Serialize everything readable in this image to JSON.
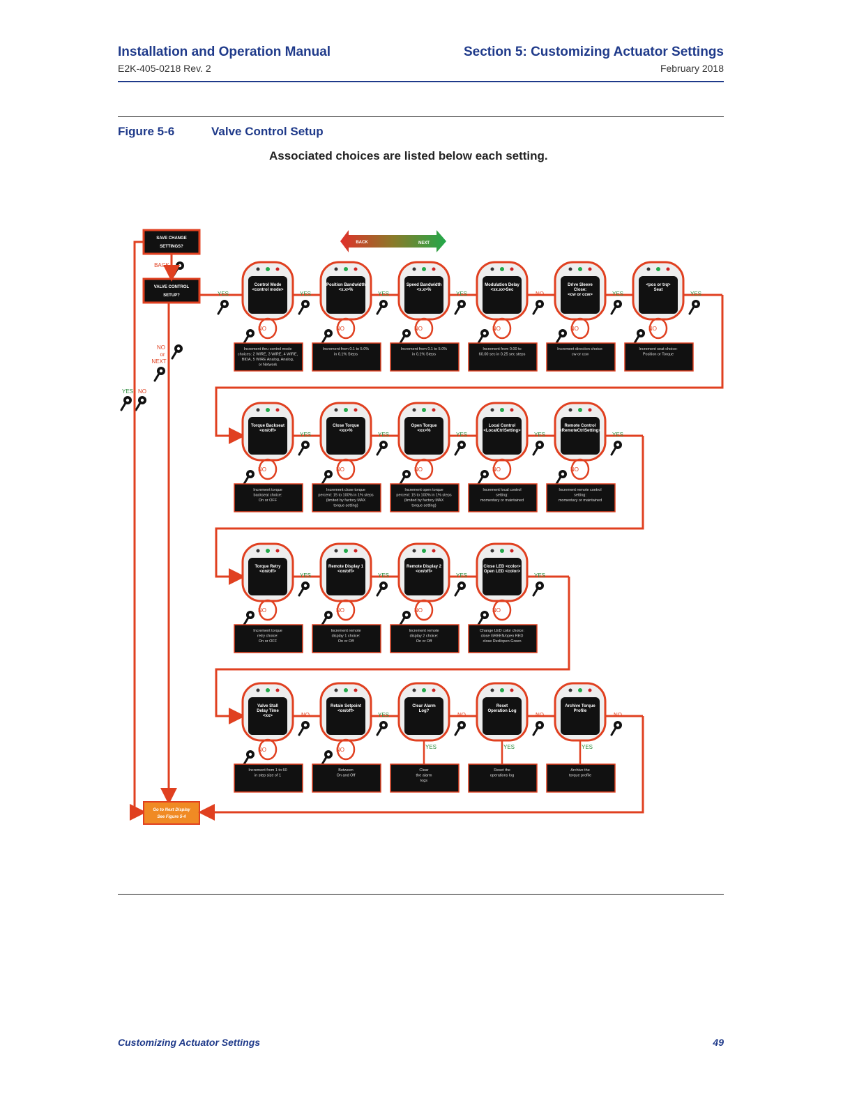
{
  "header": {
    "title": "Installation and Operation Manual",
    "doc_number": "E2K-405-0218 Rev. 2",
    "section": "Section 5: Customizing Actuator Settings",
    "date": "February 2018"
  },
  "figure": {
    "number": "Figure 5-6",
    "title": "Valve Control Setup",
    "subtitle": "Associated choices are listed below each setting."
  },
  "nav": {
    "back": "BACK",
    "next": "NEXT"
  },
  "side": {
    "save_change": [
      "SAVE CHANGE",
      "SETTINGS?"
    ],
    "valve_setup": [
      "VALVE CONTROL",
      "SETUP?"
    ],
    "back": "BACK",
    "no": "NO",
    "or": "or",
    "next": "NEXT",
    "yes": "YES",
    "goto": [
      "Go to Next Display",
      "See Figure 5-4"
    ]
  },
  "labels": {
    "yes": "YES",
    "no": "NO"
  },
  "rows": [
    [
      {
        "screen": [
          "Control Mode",
          "<control mode>"
        ],
        "choice": [
          "Increment thru control mode",
          "choices: 2 WIRE, 3 WIRE, 4 WIRE,",
          "BIDA, 5 WIRE Analog, Analog,",
          "or Network"
        ],
        "out": "YES"
      },
      {
        "screen": [
          "Position Bandwidth",
          "<x.x>%"
        ],
        "choice": [
          "Increment from 0.1 to 5.0%",
          "in 0.1% Steps"
        ],
        "out": "YES"
      },
      {
        "screen": [
          "Speed Bandwidth",
          "<x.x>%"
        ],
        "choice": [
          "Increment from 0.1 to 5.0%",
          "in 0.1% Steps"
        ],
        "out": "YES"
      },
      {
        "screen": [
          "Modulation Delay",
          "<xx.xx>Sec"
        ],
        "choice": [
          "Increment from 0.00 to",
          "60.00 sec in 0.25 sec steps"
        ],
        "out": "NO"
      },
      {
        "screen": [
          "Drive Sleeve",
          "Close:",
          "<cw or ccw>"
        ],
        "choice": [
          "Increment direction choice:",
          "cw or ccw"
        ],
        "out": "YES"
      },
      {
        "screen": [
          "<pos or trq>",
          "Seat"
        ],
        "choice": [
          "Increment seat choice:",
          "Position or Torque"
        ],
        "out": "YES"
      }
    ],
    [
      {
        "screen": [
          "Torque Backseat",
          "<on/off>"
        ],
        "choice": [
          "Increment torque",
          "backseat choice:",
          "On or OFF"
        ],
        "out": "YES"
      },
      {
        "screen": [
          "Close Torque",
          "<xx>%"
        ],
        "choice": [
          "Increment close torque",
          "percent: 15 to 100% in 1% steps",
          "(limited by factory MAX",
          "torque setting)"
        ],
        "out": "YES"
      },
      {
        "screen": [
          "Open Torque",
          "<xx>%"
        ],
        "choice": [
          "Increment open torque",
          "percent: 15 to 100% in 1% steps",
          "(limited by factory MAX",
          "torque setting)"
        ],
        "out": "YES"
      },
      {
        "screen": [
          "Local Control",
          "<LocalCtrlSetting>"
        ],
        "choice": [
          "Increment local control",
          "setting:",
          "momentary or maintained"
        ],
        "out": "YES"
      },
      {
        "screen": [
          "Remote Control",
          "<RemoteCtrlSetting>"
        ],
        "choice": [
          "Increment remote control",
          "setting:",
          "momentary or maintained"
        ],
        "out": "YES"
      }
    ],
    [
      {
        "screen": [
          "Torque Retry",
          "<on/off>"
        ],
        "choice": [
          "Increment torque",
          "retry choice:",
          "On or OFF"
        ],
        "out": "YES"
      },
      {
        "screen": [
          "Remote Display 1",
          "<on/off>"
        ],
        "choice": [
          "Increment remote",
          "display 1 choice:",
          "On or Off"
        ],
        "out": "YES"
      },
      {
        "screen": [
          "Remote Display 2",
          "<on/off>"
        ],
        "choice": [
          "Increment remote",
          "display 2 choice:",
          "On or Off"
        ],
        "out": "YES"
      },
      {
        "screen": [
          "Close LED <color>",
          "Open LED <color>"
        ],
        "choice": [
          "Change LED color choice:",
          "close GREEN/open RED",
          "close Red/open Green"
        ],
        "out": "YES"
      }
    ],
    [
      {
        "screen": [
          "Valve Stall",
          "Delay Time",
          "<xx>"
        ],
        "choice": [
          "Increment from 1 to 60",
          "in step size of 1"
        ],
        "out": "NO"
      },
      {
        "screen": [
          "Retain Setpoint",
          "<on/off>"
        ],
        "choice": [
          "Between",
          "On and Off"
        ],
        "out": "YES"
      },
      {
        "screen": [
          "Clear Alarm",
          "Log?"
        ],
        "choice": [
          "Clear",
          "the alarm",
          "logs"
        ],
        "out": "NO"
      },
      {
        "screen": [
          "Reset",
          "Operation Log"
        ],
        "choice": [
          "Reset the",
          "operations log"
        ],
        "out": "NO"
      },
      {
        "screen": [
          "Archive Torque",
          "Profile"
        ],
        "choice": [
          "Archive the",
          "torque profile"
        ],
        "out": "NO"
      }
    ]
  ],
  "footer": {
    "left": "Customizing Actuator Settings",
    "right": "49"
  },
  "colors": {
    "accent_blue": "#1f3a8a",
    "flow_red": "#e04020",
    "yes_green": "#2e8b3e",
    "goto_orange": "#f08a24"
  }
}
